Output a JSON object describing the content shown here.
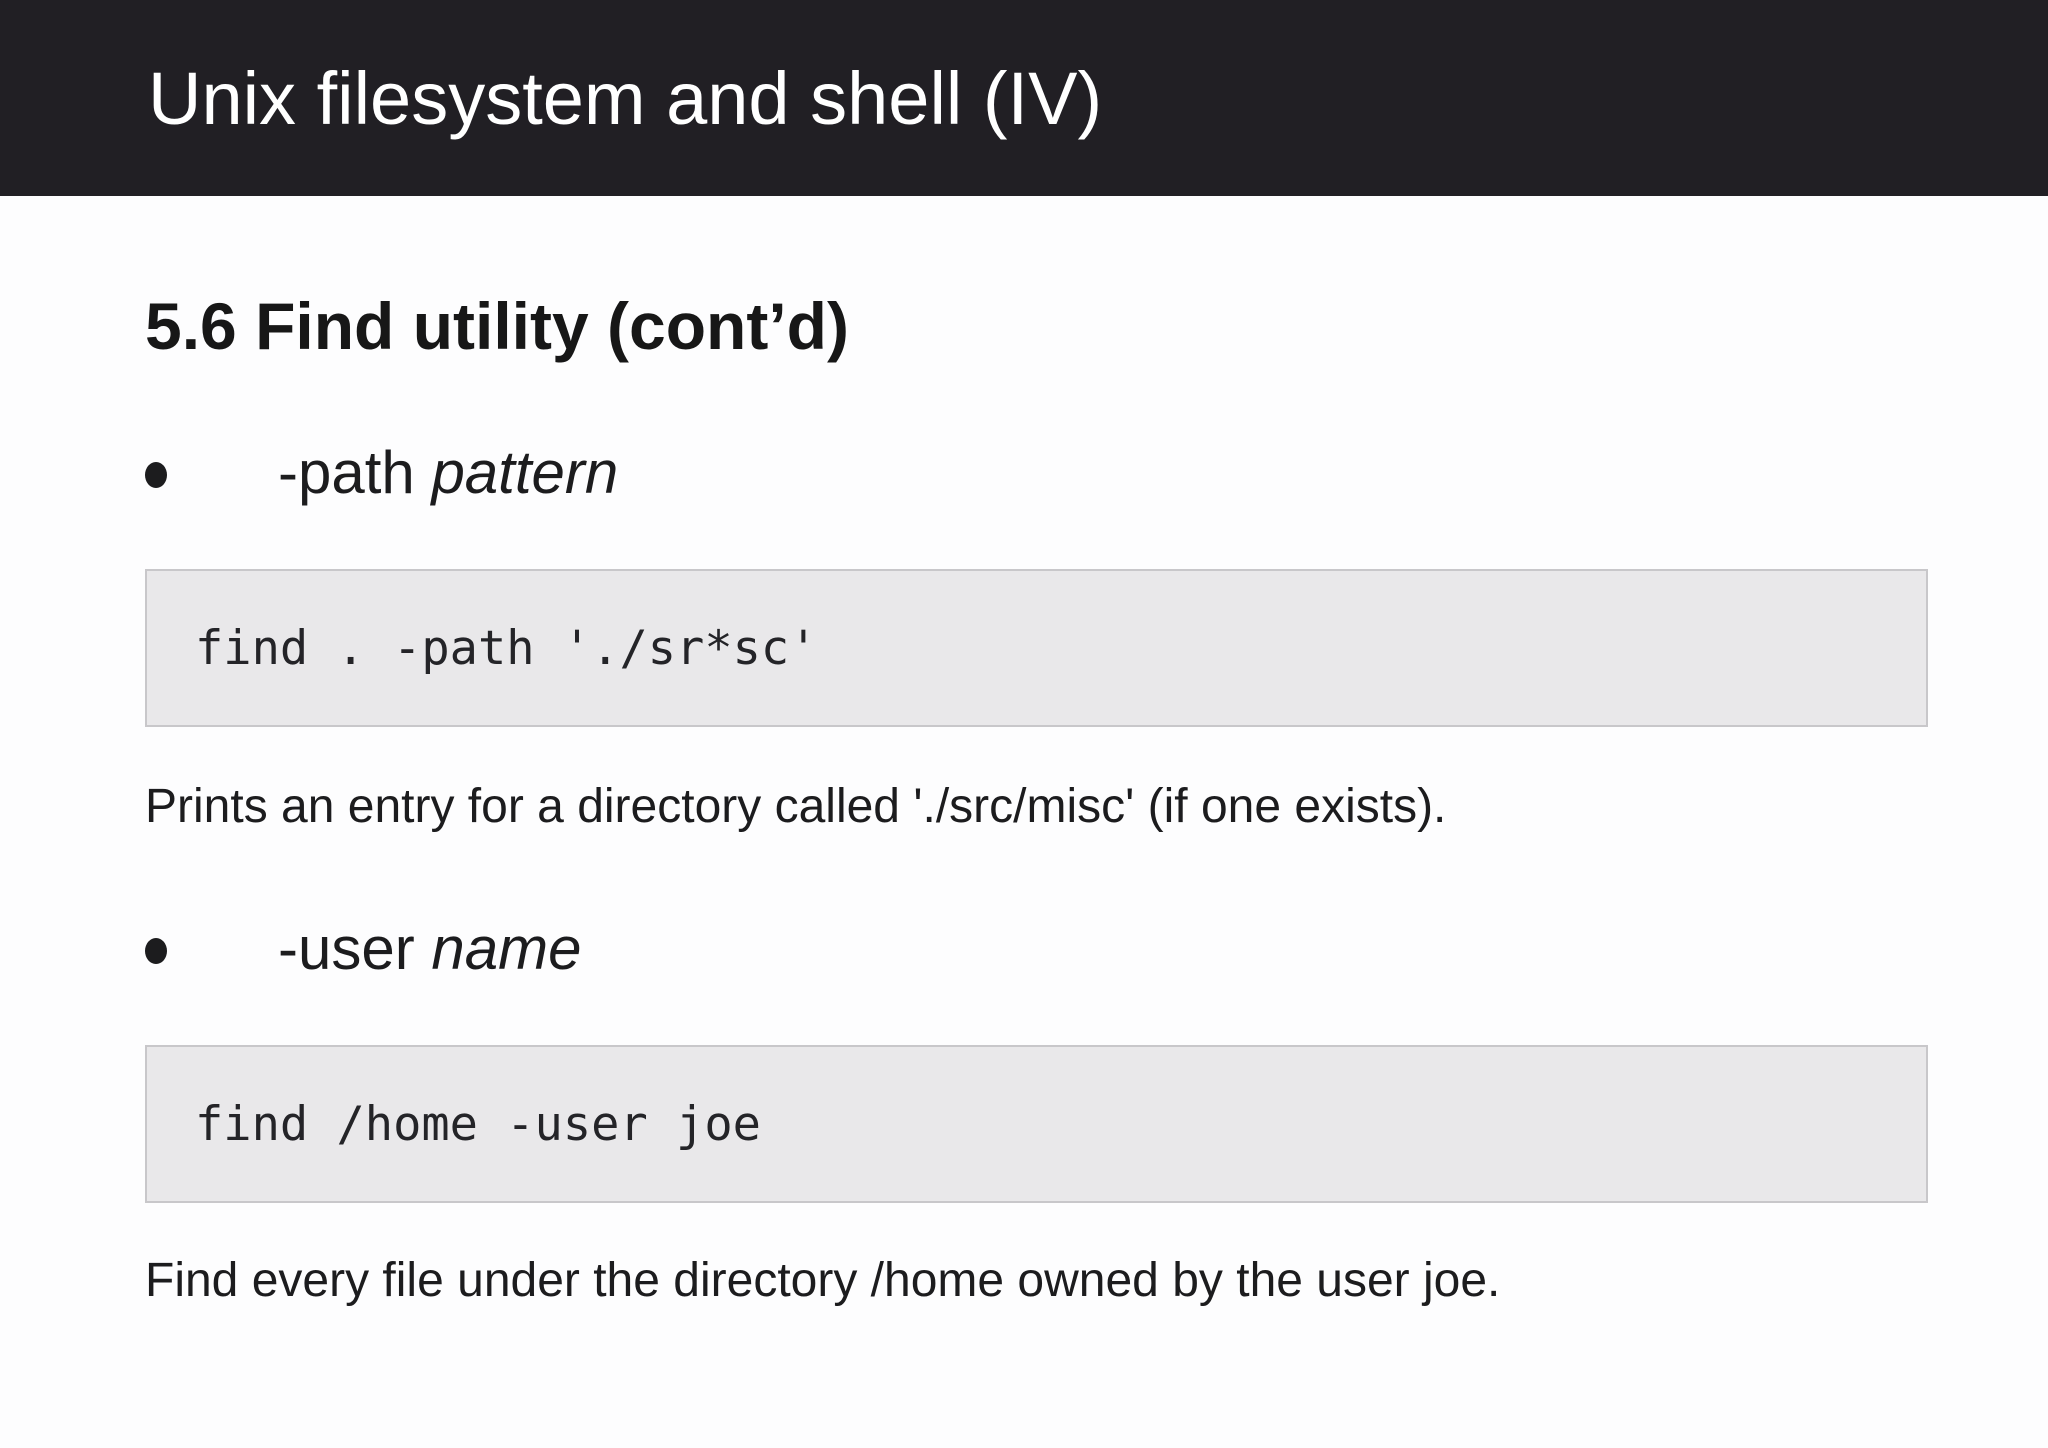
{
  "header": {
    "title": "Unix filesystem and shell (IV)",
    "bg_color": "#211f24",
    "text_color": "#ffffff"
  },
  "section": {
    "heading": "5.6 Find utility (cont’d)"
  },
  "items": [
    {
      "option": "-path ",
      "argument": "pattern",
      "code": "find . -path './sr*sc'",
      "description": "Prints an entry for a directory called './src/misc' (if one exists)."
    },
    {
      "option": "-user ",
      "argument": "name",
      "code": "find /home -user joe",
      "description": "Find every file under the directory /home owned by the user joe."
    }
  ],
  "colors": {
    "code_background": "#e9e8ea",
    "code_border": "#c8c7ca",
    "body_background": "#fdfdfe",
    "text": "#1c1c1e"
  }
}
